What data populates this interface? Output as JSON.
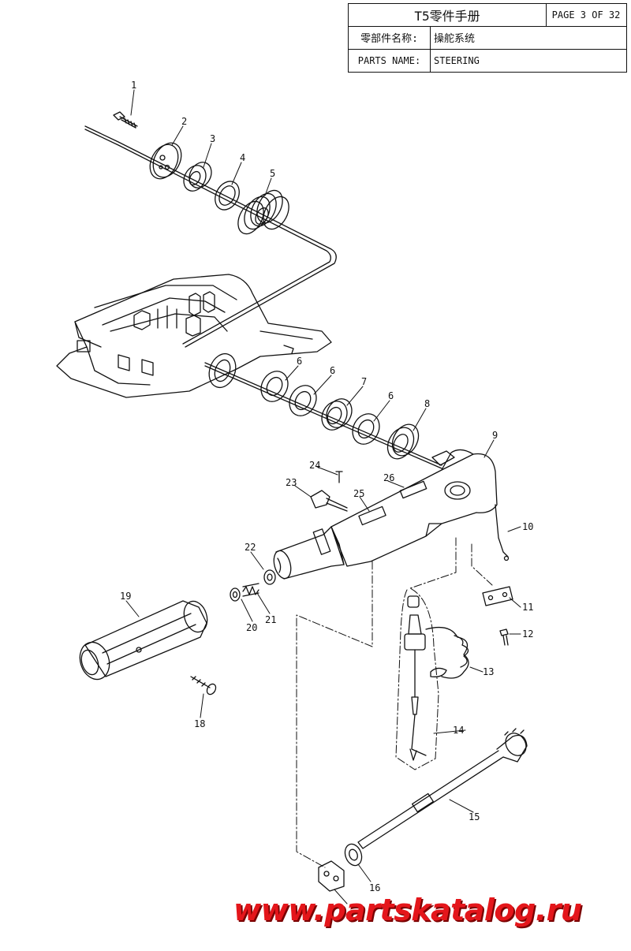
{
  "title_block": {
    "manual_title": "T5零件手册",
    "page_label": "PAGE 3 OF 32",
    "cn_name_label": "零部件名称:",
    "cn_name_value": "操舵系统",
    "en_name_label": "PARTS NAME:",
    "en_name_value": "STEERING"
  },
  "callouts": [
    "1",
    "2",
    "3",
    "4",
    "5",
    "6",
    "6",
    "7",
    "6",
    "8",
    "9",
    "10",
    "11",
    "12",
    "13",
    "14",
    "15",
    "16",
    "18",
    "19",
    "20",
    "21",
    "22",
    "23",
    "24",
    "25",
    "26"
  ],
  "watermark": "www.partskatalog.ru",
  "colors": {
    "ink": "#111111",
    "watermark": "#e4161b"
  }
}
